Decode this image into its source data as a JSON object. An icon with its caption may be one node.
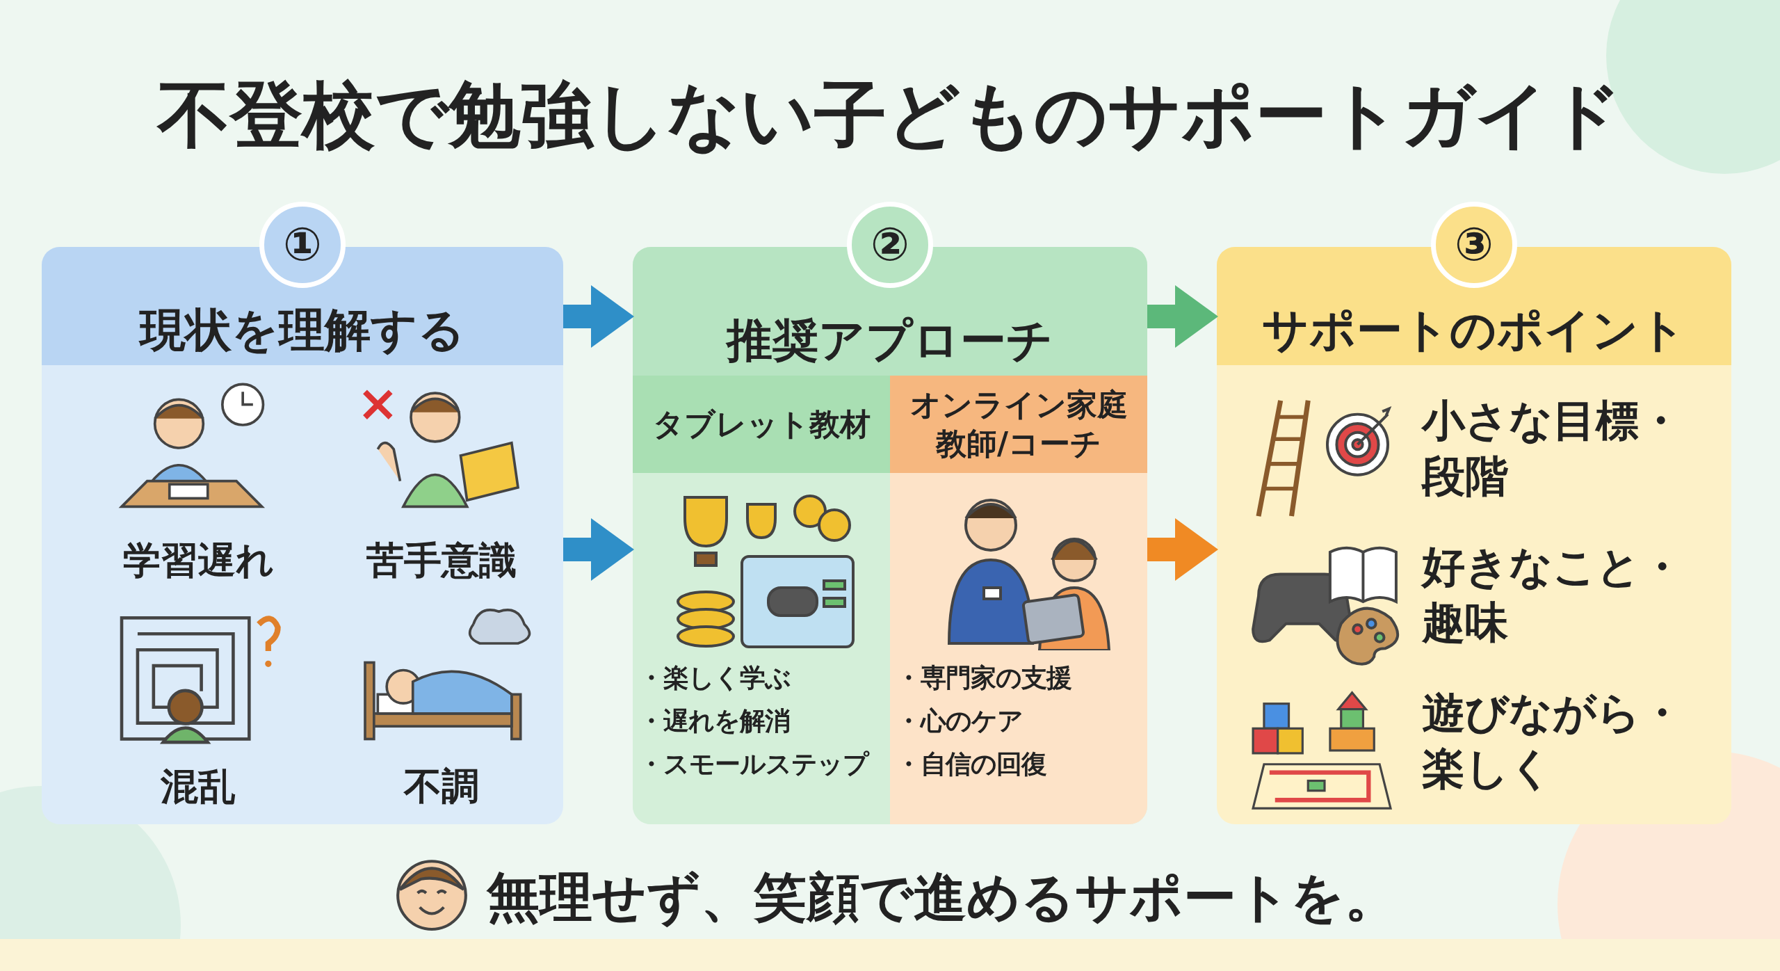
{
  "diagram": {
    "title": "不登校で勉強しない子どものサポートガイド",
    "caption": "無理せず、笑顔で進めるサポートを。",
    "nodes": [
      {
        "text": [
          "①",
          "現状を理解する"
        ]
      },
      {
        "text": [
          "学習遅れ"
        ],
        "in": 0
      },
      {
        "text": [
          "苦手意識"
        ],
        "in": 0
      },
      {
        "text": [
          "混乱"
        ],
        "in": 0
      },
      {
        "text": [
          "不調"
        ],
        "in": 0
      },
      {
        "text": [
          "②",
          "推奨アプローチ"
        ]
      },
      {
        "text": [
          "タブレット教材",
          "・楽しく学ぶ",
          "・遅れを解消",
          "・スモールステップ"
        ],
        "in": 5
      },
      {
        "text": [
          "オンライン家庭教師/コーチ",
          "・専門家の支援",
          "・心のケア",
          "・自信の回復"
        ],
        "in": 5
      },
      {
        "text": [
          "③",
          "サポートのポイント"
        ]
      },
      {
        "text": [
          "小さな目標・段階"
        ],
        "in": 8
      },
      {
        "text": [
          "好きなこと・趣味"
        ],
        "in": 8
      },
      {
        "text": [
          "遊びながら・楽しく"
        ],
        "in": 8
      }
    ],
    "edges": [
      {
        "from": 0,
        "to": 5,
        "arrow": "to"
      },
      {
        "from": 0,
        "to": 6,
        "arrow": "to"
      },
      {
        "from": 5,
        "to": 8,
        "arrow": "to",
        "color": "#5cb87a"
      },
      {
        "from": 7,
        "to": 8,
        "arrow": "to",
        "color": "#f08a24"
      }
    ]
  }
}
